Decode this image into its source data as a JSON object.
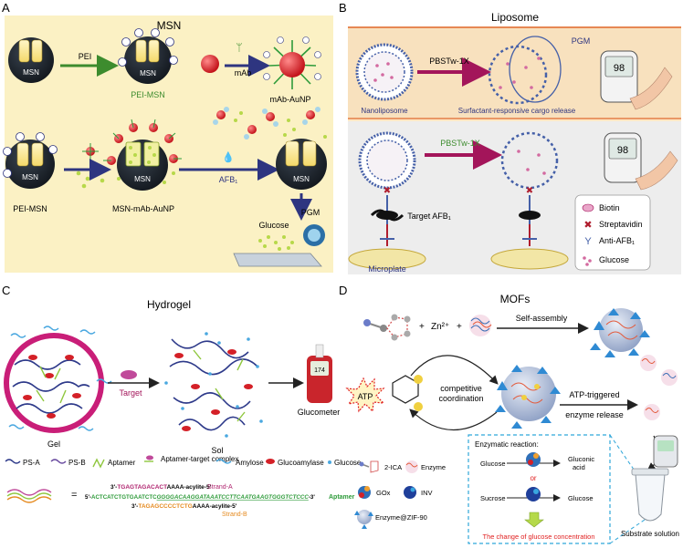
{
  "panels": {
    "a": {
      "letter": "A",
      "title": "MSN",
      "msn": "MSN",
      "pei": "PEI",
      "pei_msn_green": "PEI-MSN",
      "mab": "mAb",
      "mab_aunp": "mAb-AuNP",
      "pei_msn": "PEI-MSN",
      "msn_mab_aunp": "MSN-mAb-AuNP",
      "afb1": "AFB₁",
      "glucose": "Glucose",
      "pgm": "PGM"
    },
    "b": {
      "letter": "B",
      "title": "Liposome",
      "pbstw": "PBSTw-1X",
      "pgm": "PGM",
      "nanoliposome": "Nanoliposome",
      "release": "Surfactant-responsive cargo release",
      "target": "Target AFB₁",
      "microplate": "Microplate",
      "meter": "98",
      "legend": [
        "Biotin",
        "Streptavidin",
        "Anti-AFB₁",
        "Glucose"
      ]
    },
    "c": {
      "letter": "C",
      "title": "Hydrogel",
      "gel": "Gel",
      "target": "Target",
      "sol": "Sol",
      "glucometer": "Glucometer",
      "meter": "174",
      "legend": [
        "PS-A",
        "PS-B",
        "Aptamer",
        "Aptamer-target complex",
        "Amylose",
        "Glucoamylase",
        "Glucose"
      ],
      "equals": "=",
      "strand_a": {
        "prefix": "3'-",
        "colored": "TGAGTAGACACT",
        "rest": "AAAA-acylite-5'",
        "name": "Strand-A"
      },
      "aptamer": {
        "prefix": "5'-",
        "green": "ACTCATCTGTGAATCTC",
        "green_italic": "GGGGACAAGGATAAATCCTTCAATGAAGTGGGTCTCCC",
        "suffix": "-3'",
        "name": "Aptamer"
      },
      "strand_b": {
        "prefix": "3'-",
        "colored": "TAGAGCCCCTCTG",
        "rest": "AAAA-acylite-5'",
        "name": "Strand-B"
      }
    },
    "d": {
      "letter": "D",
      "title": "MOFs",
      "plus1": "+",
      "zn": "Zn²⁺",
      "plus2": "+",
      "self_assembly": "Self-assembly",
      "atp": "ATP",
      "competitive": "competitive",
      "coordination": "coordination",
      "atp_triggered": "ATP-triggered",
      "enzyme_release": "enzyme release",
      "legend": [
        "2-ICA",
        "Enzyme",
        "GOx",
        "INV",
        "Enzyme@ZIF-90"
      ],
      "box_title": "Enzymatic reaction:",
      "glucose": "Glucose",
      "gluconic1": "Gluconic",
      "gluconic2": "acid",
      "or": "or",
      "sucrose": "Sucrose",
      "glucose2": "Glucose",
      "change": "The change of glucose concentration",
      "substrate": "Substrate solution"
    }
  },
  "colors": {
    "panel_a_bg": "#fbf1c4",
    "panel_b_bg": "#fde9c6",
    "arrow_navy": "#2e3580",
    "arrow_green": "#3d8c2e",
    "arrow_magenta": "#a3155a",
    "liposome_blue": "#4560a8",
    "gel_ring": "#c91e78",
    "red_enzyme": "#d42027",
    "glucose_dot": "#4aa8e0",
    "dashed_box": "#2fa6d9",
    "change_red": "#e02020",
    "aptamer_green": "#2e9b3a",
    "strand_a_magenta": "#b0246f",
    "strand_b_orange": "#e58a1f"
  }
}
